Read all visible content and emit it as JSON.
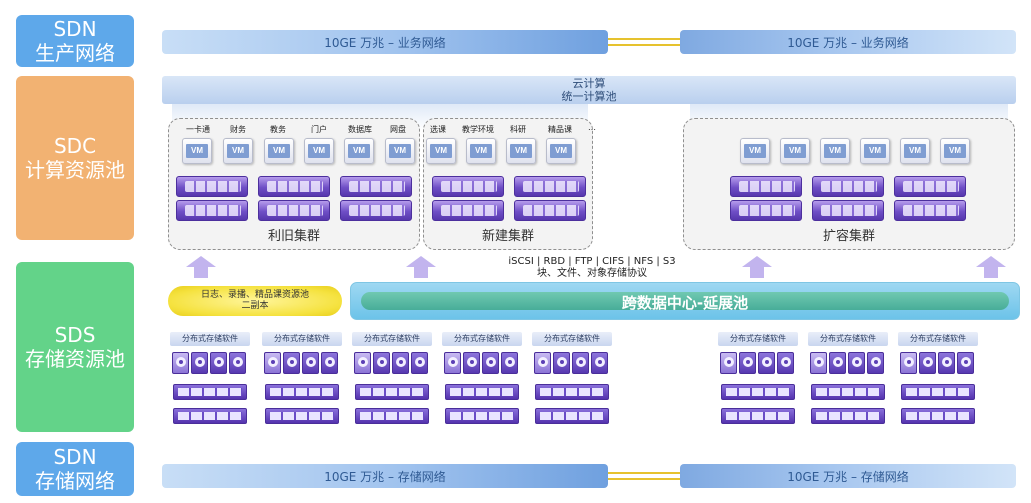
{
  "side_labels": [
    {
      "line1": "SDN",
      "line2": "生产网络"
    },
    {
      "line1": "SDC",
      "line2": "计算资源池"
    },
    {
      "line1": "SDS",
      "line2": "存储资源池"
    },
    {
      "line1": "SDN",
      "line2": "存储网络"
    }
  ],
  "business_network": {
    "left": "10GE 万兆 – 业务网络",
    "right": "10GE 万兆 – 业务网络"
  },
  "storage_network": {
    "left": "10GE 万兆 – 存储网络",
    "right": "10GE 万兆 – 存储网络"
  },
  "cloud": {
    "line1": "云计算",
    "line2": "统一计算池"
  },
  "clusters": {
    "old": {
      "name": "利旧集群",
      "apps": [
        "一卡通",
        "财务",
        "教务",
        "门户",
        "数据库",
        "网盘"
      ]
    },
    "new": {
      "name": "新建集群",
      "apps": [
        "选课",
        "教学环境",
        "科研",
        "精品课"
      ],
      "more": "…"
    },
    "expand": {
      "name": "扩容集群"
    }
  },
  "vm_label": "VM",
  "protocols": {
    "line1": "iSCSI | RBD | FTP | CIFS | NFS | S3",
    "line2": "块、文件、对象存储协议"
  },
  "backup": {
    "line1": "日志、录播、精品课资源池",
    "line2": "二副本"
  },
  "stretch_pool": "跨数据中心-延展池",
  "storage_software_label": "分布式存储软件",
  "colors": {
    "sdn": "#5ea8ea",
    "sdc": "#f2b272",
    "sds": "#63d389",
    "link": "#e6c22e",
    "server": "#6f4fc6",
    "stretch": "#6cc3e9"
  }
}
